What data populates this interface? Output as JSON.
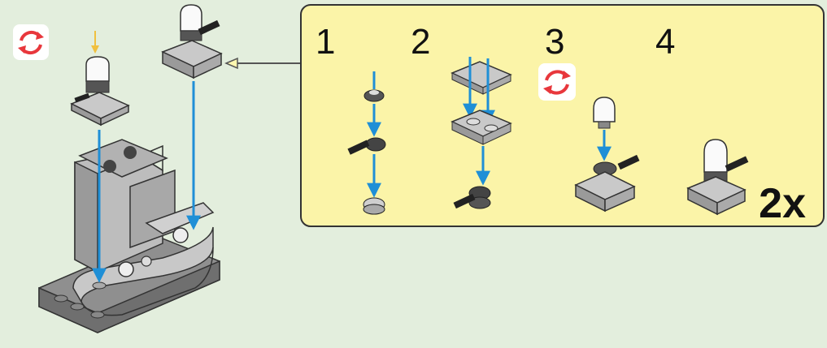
{
  "steps": [
    {
      "number": "1"
    },
    {
      "number": "2"
    },
    {
      "number": "3"
    },
    {
      "number": "4"
    }
  ],
  "multiplier": "2x",
  "colors": {
    "background": "#e3eedd",
    "callout_panel": "#fbf4a8",
    "arrow_blue": "#1f8fd6",
    "rotate_red": "#e8373c",
    "brick_gray": "#b7b7b7",
    "brick_dark": "#555555"
  },
  "icons": [
    "rotate-icon",
    "callout-pointer-arrow",
    "insert-arrow"
  ]
}
